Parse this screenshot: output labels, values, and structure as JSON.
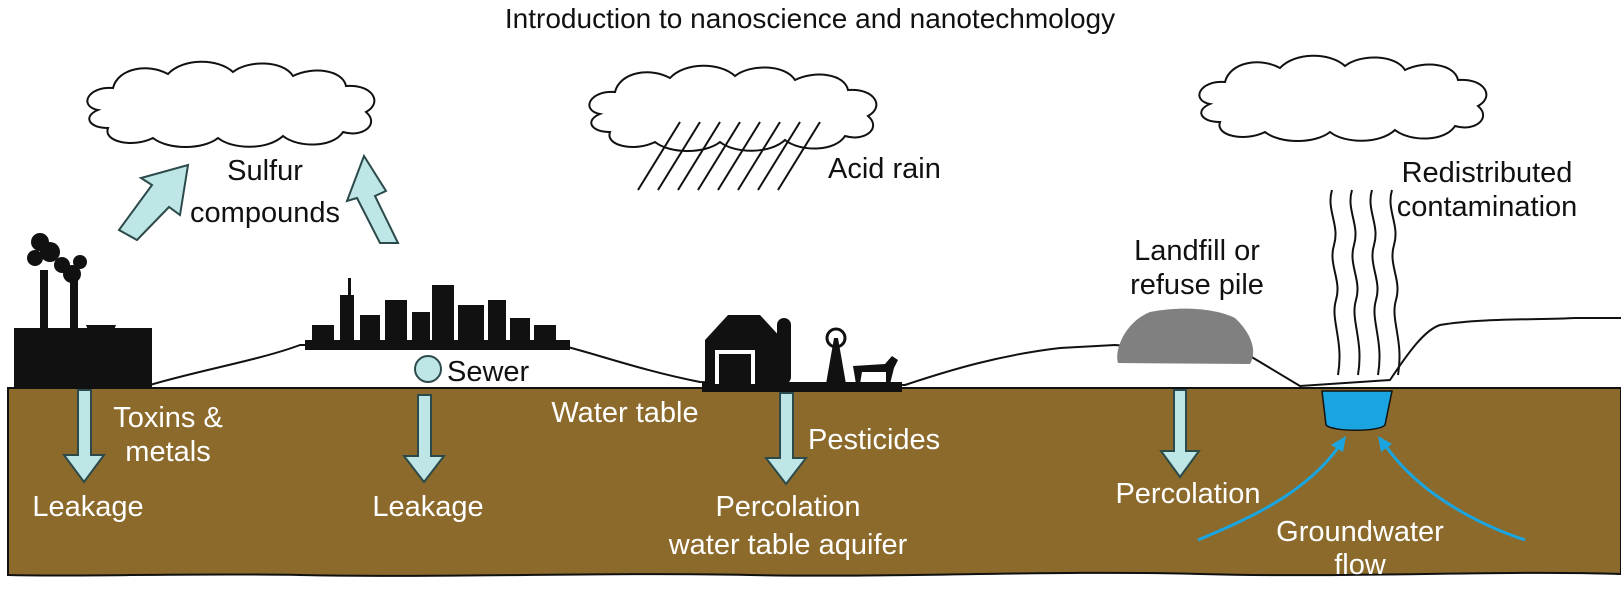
{
  "title": "Introduction to nanoscience and nanotechmology",
  "labels": {
    "sulfur_1": "Sulfur",
    "sulfur_2": "compounds",
    "acid_rain": "Acid rain",
    "redistributed_1": "Redistributed",
    "redistributed_2": "contamination",
    "landfill_1": "Landfill or",
    "landfill_2": "refuse pile",
    "sewer": "Sewer",
    "water_table": "Water table",
    "toxins_1": "Toxins &",
    "toxins_2": "metals",
    "leakage_1": "Leakage",
    "leakage_2": "Leakage",
    "pesticides": "Pesticides",
    "percolation_1": "Percolation",
    "percolation_2": "water table aquifer",
    "percolation_3": "Percolation",
    "groundwater_1": "Groundwater",
    "groundwater_2": "flow"
  },
  "colors": {
    "soil": "#8B6A2B",
    "arrow_fill": "#BFE6E6",
    "arrow_stroke": "#2C4A4A",
    "pond": "#1BA5E0",
    "flow_line": "#1BA5E0",
    "landfill": "#808080",
    "silhouette": "#111111"
  }
}
